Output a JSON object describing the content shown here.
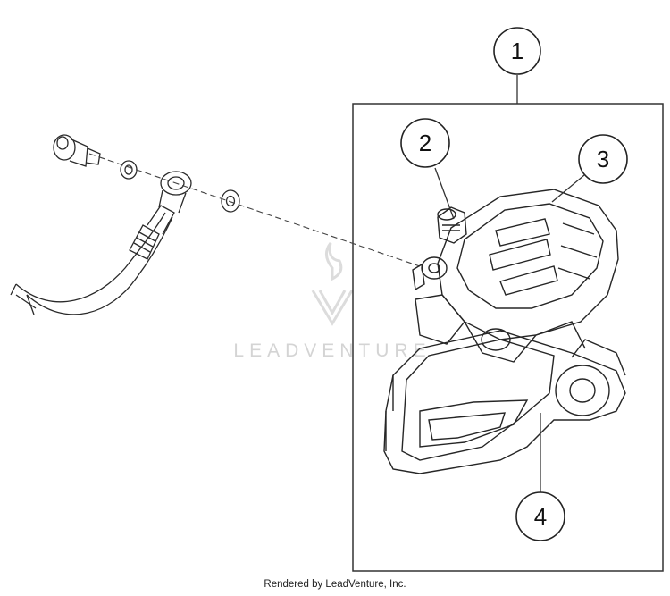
{
  "callouts": {
    "c1": "1",
    "c2": "2",
    "c3": "3",
    "c4": "4"
  },
  "watermark": "LEADVENTURE",
  "credit": "Rendered by LeadVenture, Inc.",
  "colors": {
    "line": "#222222",
    "watermark": "#d4d4d4",
    "background": "#ffffff"
  }
}
